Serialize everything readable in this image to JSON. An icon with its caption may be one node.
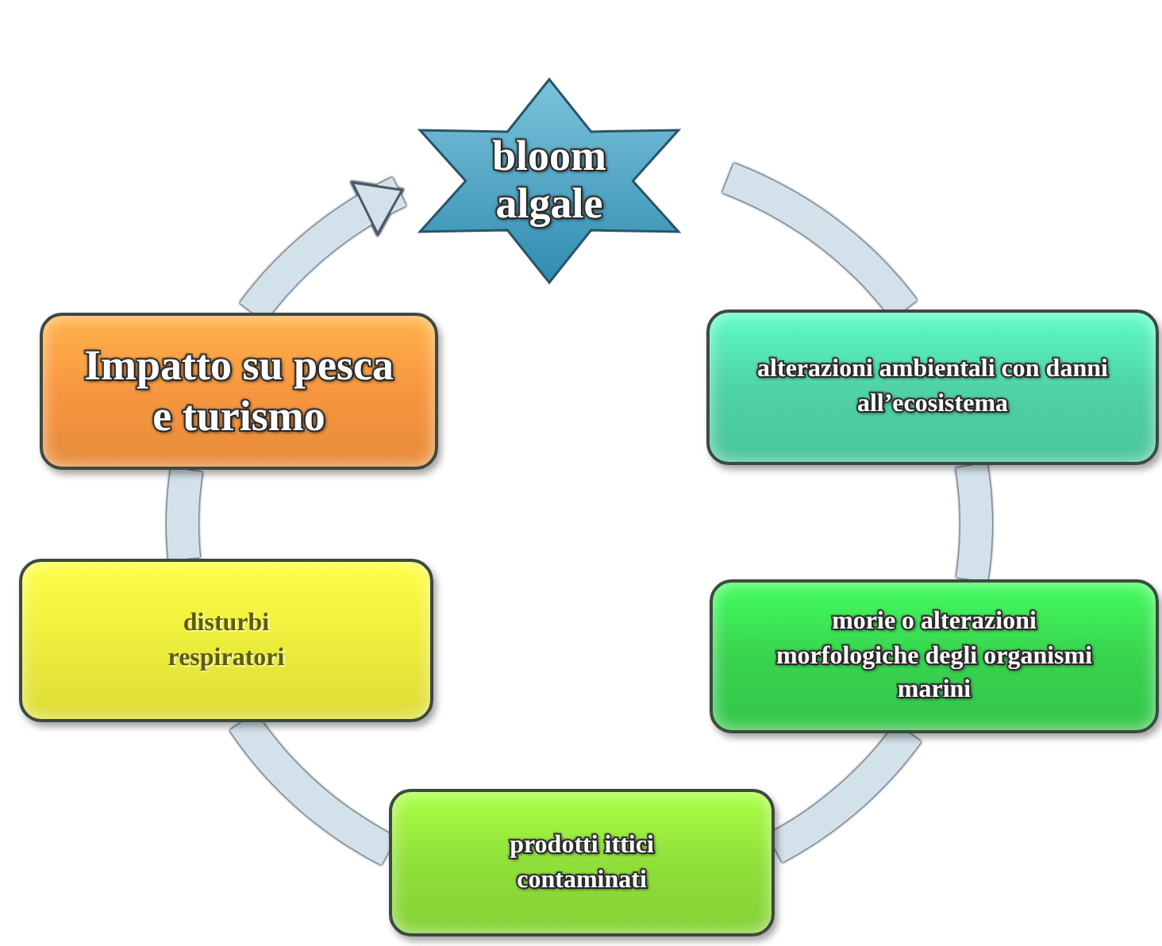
{
  "diagram": {
    "nodes": [
      {
        "text": [
          "bloom algale"
        ]
      },
      {
        "text": [
          "alterazioni ambientali con danni  all’ecosistema"
        ]
      },
      {
        "text": [
          "morie  o alterazioni morfologiche  degli organismi marini"
        ]
      },
      {
        "text": [
          "prodotti ittici contaminati"
        ]
      },
      {
        "text": [
          "disturbi respiratori"
        ]
      },
      {
        "text": [
          "Impatto su pesca e turismo"
        ]
      }
    ],
    "edges": [
      {
        "from": 0,
        "to": 1,
        "arrow": "none"
      },
      {
        "from": 1,
        "to": 2,
        "arrow": "none"
      },
      {
        "from": 2,
        "to": 3,
        "arrow": "none"
      },
      {
        "from": 3,
        "to": 4,
        "arrow": "none"
      },
      {
        "from": 4,
        "to": 5,
        "arrow": "none"
      },
      {
        "from": 5,
        "to": 0,
        "arrow": "to"
      }
    ]
  }
}
